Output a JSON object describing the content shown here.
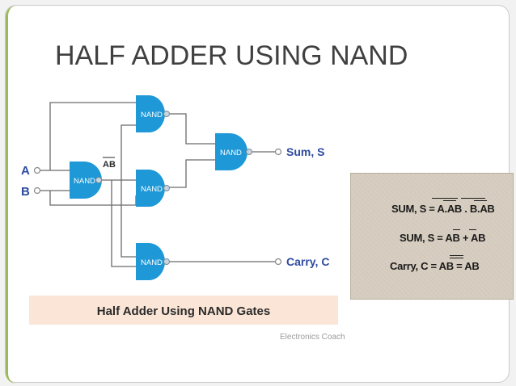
{
  "slide": {
    "title": "HALF ADDER USING NAND"
  },
  "diagram": {
    "gate_label": "NAND",
    "input_a": "A",
    "input_b": "B",
    "intermediate_label": "AB",
    "output_sum": "Sum, S",
    "output_carry": "Carry, C",
    "caption": "Half Adder Using NAND Gates",
    "credit": "Electronics Coach"
  },
  "formulas": {
    "sum1_lhs": "SUM, S = ",
    "sum1_rhs": "A.AB . B.AB",
    "sum2_lhs": "SUM, S = ",
    "sum2_rhs": "AB + AB",
    "carry_lhs": "Carry, C = AB = ",
    "carry_rhs": "AB"
  },
  "colors": {
    "gate": "#1e98d6",
    "wire": "#6b6b6b",
    "caption_bg": "#fbe5d6",
    "title": "#404040",
    "accent_green": "#9bbb59"
  }
}
